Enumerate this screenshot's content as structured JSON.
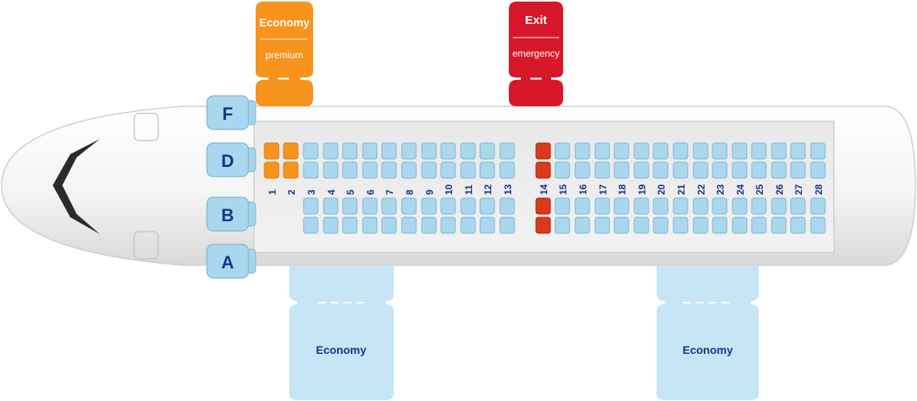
{
  "legend": {
    "premium": {
      "title": "Economy",
      "subtitle": "premium",
      "color": "#F7941D"
    },
    "exit": {
      "title": "Exit",
      "subtitle": "emergency",
      "color": "#D7182A"
    },
    "economy_a": {
      "label": "Economy",
      "color": "#C6E6F7"
    },
    "economy_b": {
      "label": "Economy",
      "color": "#C6E6F7"
    }
  },
  "columns": [
    "F",
    "D",
    "B",
    "A"
  ],
  "rows": [
    "1",
    "2",
    "3",
    "4",
    "5",
    "6",
    "7",
    "8",
    "9",
    "10",
    "11",
    "12",
    "13",
    "14",
    "15",
    "16",
    "17",
    "18",
    "19",
    "20",
    "21",
    "22",
    "23",
    "24",
    "25",
    "26",
    "27",
    "28"
  ],
  "colors": {
    "seat_economy": "#A9D8EE",
    "seat_premium": "#F7941D",
    "seat_exit": "#D93A1B",
    "row_number": "#1B2F8F",
    "text_dark_blue": "#1B2F8F"
  }
}
